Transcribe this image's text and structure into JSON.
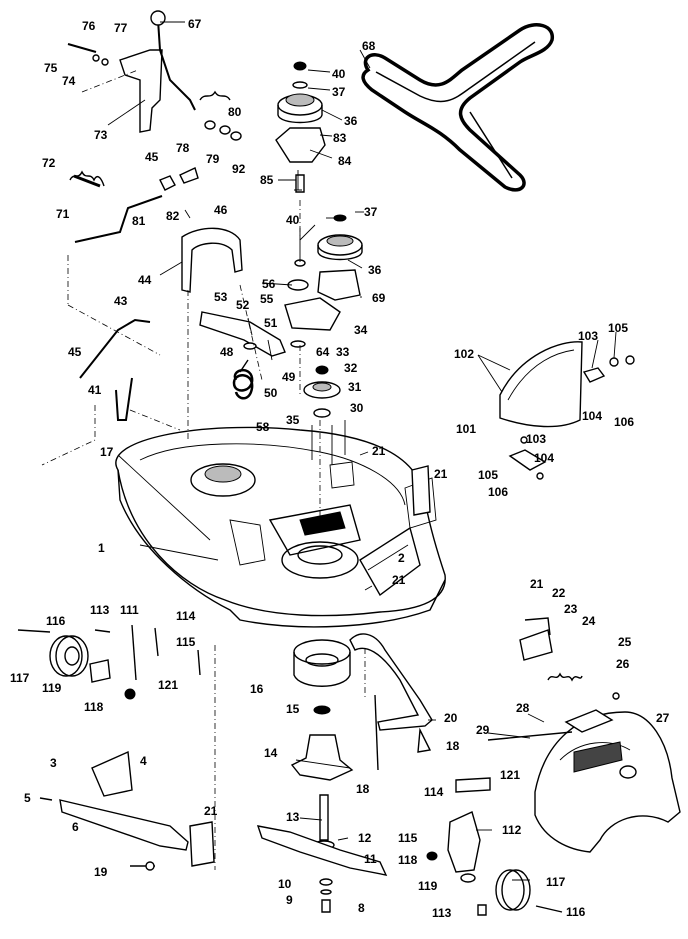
{
  "callouts": [
    "76",
    "77",
    "67",
    "75",
    "74",
    "68",
    "40",
    "37",
    "80",
    "36",
    "73",
    "83",
    "84",
    "78",
    "79",
    "92",
    "72",
    "45",
    "85",
    "81",
    "82",
    "46",
    "40",
    "37",
    "71",
    "44",
    "36",
    "56",
    "69",
    "43",
    "53",
    "52",
    "55",
    "51",
    "34",
    "45",
    "48",
    "64",
    "33",
    "41",
    "49",
    "50",
    "32",
    "102",
    "103",
    "105",
    "31",
    "58",
    "35",
    "30",
    "101",
    "104",
    "106",
    "103",
    "104",
    "21",
    "17",
    "21",
    "105",
    "106",
    "1",
    "2",
    "21",
    "116",
    "113",
    "111",
    "114",
    "115",
    "117",
    "119",
    "121",
    "118",
    "16",
    "22",
    "23",
    "24",
    "25",
    "26",
    "21",
    "27",
    "15",
    "28",
    "29",
    "20",
    "14",
    "18",
    "3",
    "4",
    "18",
    "121",
    "114",
    "5",
    "21",
    "6",
    "13",
    "12",
    "115",
    "112",
    "118",
    "11",
    "19",
    "10",
    "9",
    "119",
    "117",
    "8",
    "113",
    "116"
  ]
}
